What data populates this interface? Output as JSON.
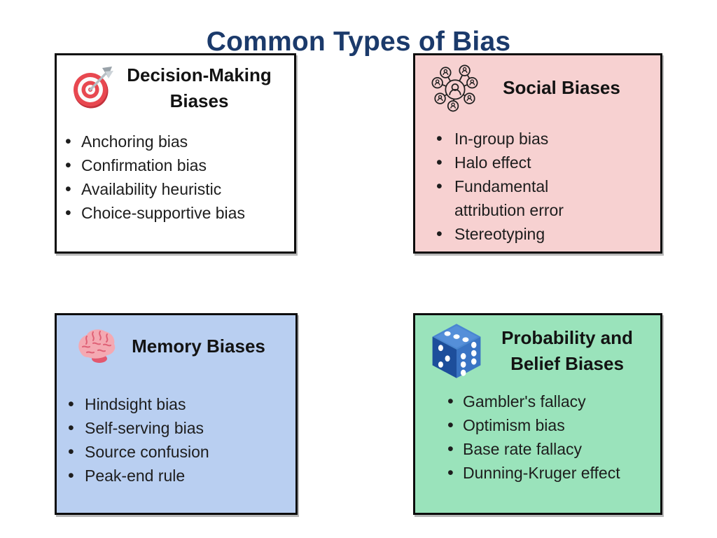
{
  "page": {
    "title": "Common Types of Bias",
    "title_color": "#1b3a6b",
    "background": "#ffffff",
    "box_border_color": "#0d0d0d"
  },
  "boxes": [
    {
      "id": "decision-making-biases",
      "title": "Decision-Making\nBiases",
      "icon": "target-dartboard-icon",
      "bg": "#ffffff",
      "items": [
        "Anchoring bias",
        "Confirmation bias",
        "Availability heuristic",
        "Choice-supportive bias"
      ]
    },
    {
      "id": "social-biases",
      "title": "Social Biases",
      "icon": "people-network-icon",
      "bg": "#f7d1d1",
      "items": [
        "In-group bias",
        "Halo effect",
        "Fundamental\nattribution error",
        "Stereotyping"
      ]
    },
    {
      "id": "memory-biases",
      "title": "Memory Biases",
      "icon": "brain-icon",
      "bg": "#b9cff1",
      "items": [
        "Hindsight bias",
        "Self-serving bias",
        "Source confusion",
        "Peak-end rule"
      ]
    },
    {
      "id": "probability-and-belief-biases",
      "title": "Probability and\nBelief Biases",
      "icon": "dice-icon",
      "bg": "#9ae3bb",
      "items": [
        "Gambler's fallacy",
        "Optimism bias",
        "Base rate fallacy",
        "Dunning-Kruger effect"
      ]
    }
  ]
}
